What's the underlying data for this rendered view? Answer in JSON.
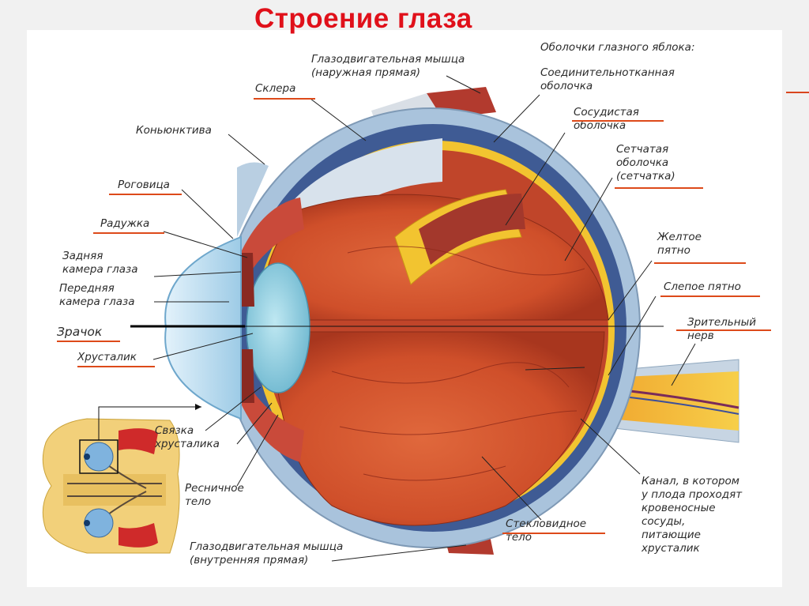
{
  "slide": {
    "title": "Строение глаза"
  },
  "labels": {
    "oculomotor_outer": [
      "Глазодвигательная мышца",
      "(наружная прямая)"
    ],
    "sclera": "Склера",
    "conjunctiva": "Коньюнктива",
    "cornea": "Роговица",
    "iris": "Радужка",
    "posterior_chamber": [
      "Задняя",
      "камера глаза"
    ],
    "anterior_chamber": [
      "Передняя",
      "камера глаза"
    ],
    "pupil": "Зрачок",
    "lens": "Хрусталик",
    "lens_ligament": [
      "Связка",
      "хрусталика"
    ],
    "ciliary_body": [
      "Ресничное",
      "тело"
    ],
    "oculomotor_inner": [
      "Глазодвигательная мышца",
      "(внутренняя прямая)"
    ],
    "eyeball_coats_heading": "Оболочки глазного яблока:",
    "connective_coat": [
      "Соединительнотканная",
      "оболочка"
    ],
    "choroid": [
      "Сосудистая",
      "оболочка"
    ],
    "retina": [
      "Сетчатая",
      "оболочка",
      "(сетчатка)"
    ],
    "yellow_spot": [
      "Желтое",
      "пятно"
    ],
    "blind_spot": "Слепое пятно",
    "optic_nerve": [
      "Зрительный",
      "нерв"
    ],
    "vitreous_body": [
      "Стекловидное",
      "тело"
    ],
    "fetal_canal": [
      "Канал, в котором",
      "у плода проходят",
      "кровеносные",
      "сосуды,",
      "питающие",
      "хрусталик"
    ]
  },
  "colors": {
    "title": "#e0101a",
    "underline": "#dd4a1a",
    "sclera": "#a9c3dc",
    "choroid": "#3f5b94",
    "retina_yellow": "#f2c430",
    "vitreous": "#d9562f",
    "lens": "#8fd0e2",
    "muscle": "#b23a2e"
  }
}
